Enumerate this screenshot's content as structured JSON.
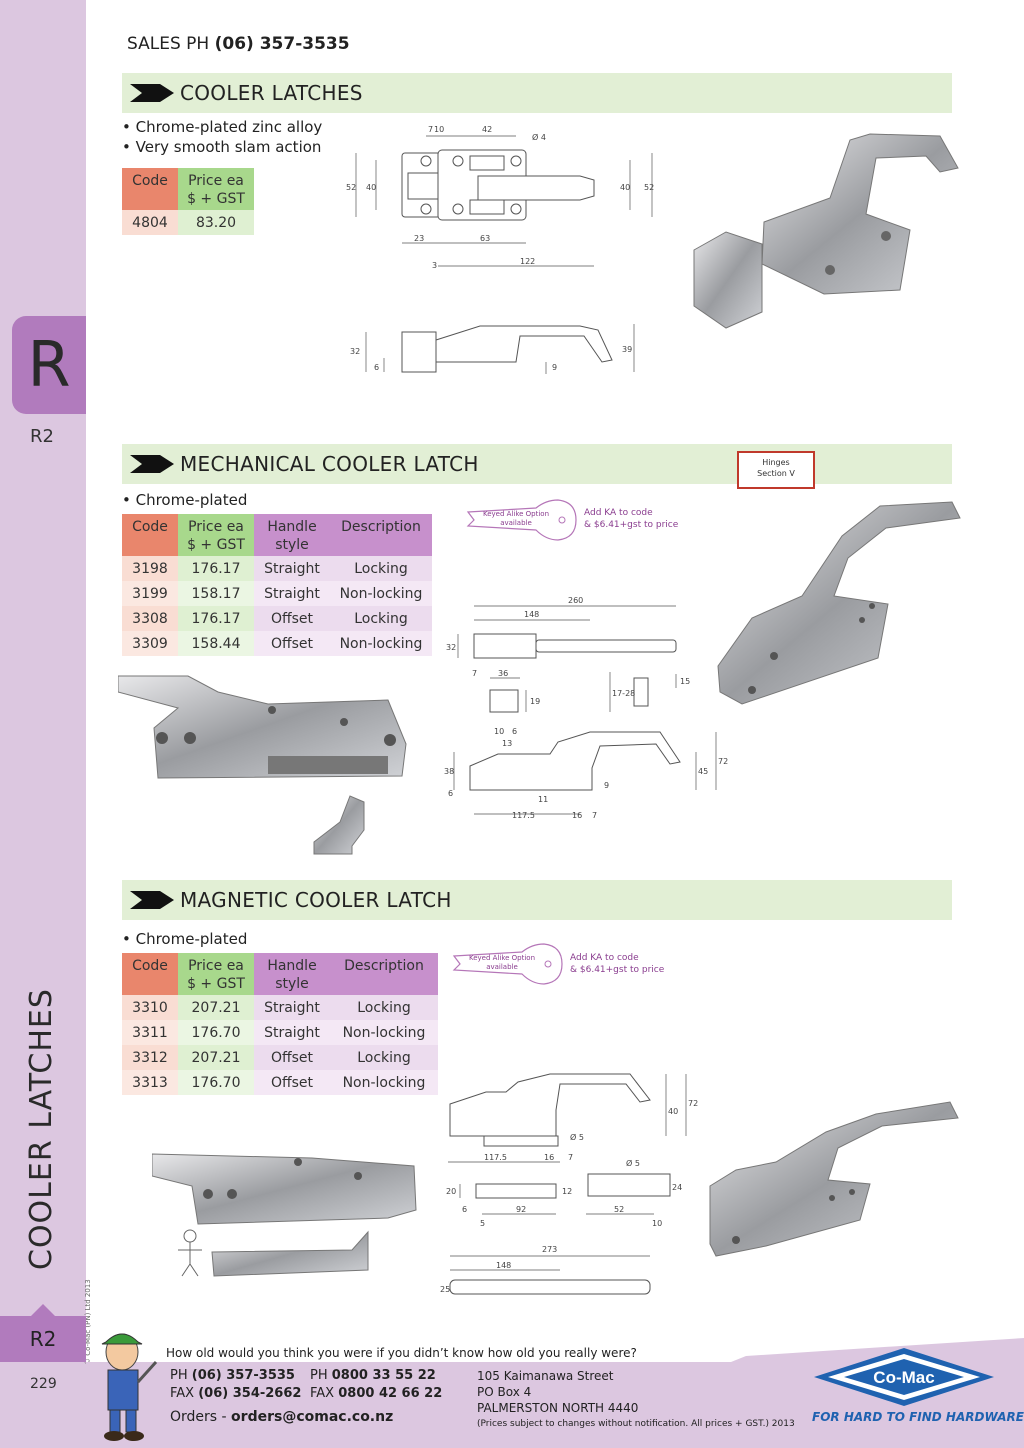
{
  "page": {
    "sales_label": "SALES  PH",
    "sales_phone": "(06) 357-3535",
    "side_tab": "R",
    "side_code_top": "R2",
    "side_title": "COOLER LATCHES",
    "side_code_bottom": "R2",
    "copyright": "© Co-Mac (PN) Ltd 2013",
    "page_number": "229"
  },
  "cooler_latches": {
    "title": "COOLER LATCHES",
    "bullets": [
      "• Chrome-plated zinc alloy",
      "• Very smooth slam action"
    ],
    "headers": [
      "Code",
      "Price ea",
      "$ + GST"
    ],
    "rows": [
      [
        "4804",
        "83.20"
      ]
    ],
    "dims": [
      "7",
      "10",
      "42",
      "Ø 4",
      "52",
      "40",
      "40",
      "52",
      "23",
      "63",
      "3",
      "122",
      "32",
      "6",
      "9",
      "39"
    ]
  },
  "mechanical": {
    "title": "MECHANICAL COOLER LATCH",
    "hinges_note": [
      "Hinges",
      "Section V"
    ],
    "bullets": [
      "• Chrome-plated"
    ],
    "headers": [
      "Code",
      "Price ea",
      "$ + GST",
      "Handle",
      "style",
      "Description"
    ],
    "rows": [
      [
        "3198",
        "176.17",
        "Straight",
        "Locking"
      ],
      [
        "3199",
        "158.17",
        "Straight",
        "Non-locking"
      ],
      [
        "3308",
        "176.17",
        "Offset",
        "Locking"
      ],
      [
        "3309",
        "158.44",
        "Offset",
        "Non-locking"
      ]
    ],
    "key_label": [
      "Keyed Alike Option",
      "available"
    ],
    "ka_note": [
      "Add KA to code",
      "& $6.41+gst to price"
    ],
    "dims": [
      "260",
      "148",
      "32",
      "7",
      "36",
      "19",
      "10",
      "6",
      "13",
      "17-28",
      "15",
      "38",
      "6",
      "11",
      "9",
      "45",
      "72",
      "117.5",
      "16",
      "7"
    ]
  },
  "magnetic": {
    "title": "MAGNETIC COOLER LATCH",
    "bullets": [
      "• Chrome-plated"
    ],
    "headers": [
      "Code",
      "Price ea",
      "$ + GST",
      "Handle",
      "style",
      "Description"
    ],
    "rows": [
      [
        "3310",
        "207.21",
        "Straight",
        "Locking"
      ],
      [
        "3311",
        "176.70",
        "Straight",
        "Non-locking"
      ],
      [
        "3312",
        "207.21",
        "Offset",
        "Locking"
      ],
      [
        "3313",
        "176.70",
        "Offset",
        "Non-locking"
      ]
    ],
    "key_label": [
      "Keyed Alike Option",
      "available"
    ],
    "ka_note": [
      "Add KA to code",
      "& $6.41+gst to price"
    ],
    "dims": [
      "40",
      "72",
      "Ø 5",
      "117.5",
      "16",
      "7",
      "20",
      "12",
      "Ø 5",
      "24",
      "6",
      "92",
      "5",
      "52",
      "10",
      "273",
      "148",
      "25"
    ]
  },
  "footer": {
    "quote": "How old would you think you were if you didn’t know how old you really were?",
    "ph_label": "PH",
    "ph": "(06) 357-3535",
    "fax_label": "FAX",
    "fax": "(06) 354-2662",
    "ph2_label": "PH",
    "ph2": "0800 33 55 22",
    "fax2_label": "FAX",
    "fax2": "0800 42 66 22",
    "orders_label": "Orders -",
    "orders_email": "orders@comac.co.nz",
    "address": [
      "105 Kaimanawa Street",
      "PO Box 4",
      "PALMERSTON NORTH 4440"
    ],
    "disclaimer": "(Prices subject to changes without notification.  All prices + GST.)  2013",
    "logo_text": "Co-Mac",
    "tagline": "FOR HARD TO FIND HARDWARE"
  },
  "colors": {
    "sidebar": "#dcc7e0",
    "tab": "#b17bbd",
    "section_band": "#e2efd5",
    "code_header": "#e9866c",
    "price_header": "#a8d88c",
    "style_header": "#c790cc",
    "brand_blue": "#1f62b0"
  }
}
